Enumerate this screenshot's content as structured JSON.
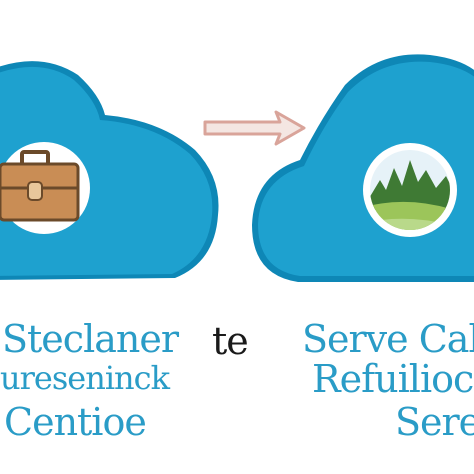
{
  "colors": {
    "cloud": "#1ea1cf",
    "cloud_edge": "#0e87b6",
    "text_blue": "#2a9cc7",
    "text_dark": "#1a1a1a",
    "arrow": "#d9a49a",
    "briefcase": "#c98d55"
  },
  "icons": {
    "left_badge": "briefcase-icon",
    "right_badge": "landscape-icon",
    "connector": "arrow-right-icon"
  },
  "left_caption": {
    "line1": "Steclaner",
    "line2": "ureseninck",
    "line3": "Centioe"
  },
  "middle_caption": "te",
  "right_caption": {
    "line1": "Serve Cal",
    "line2": "Refuilioc",
    "line3": "Sere"
  }
}
